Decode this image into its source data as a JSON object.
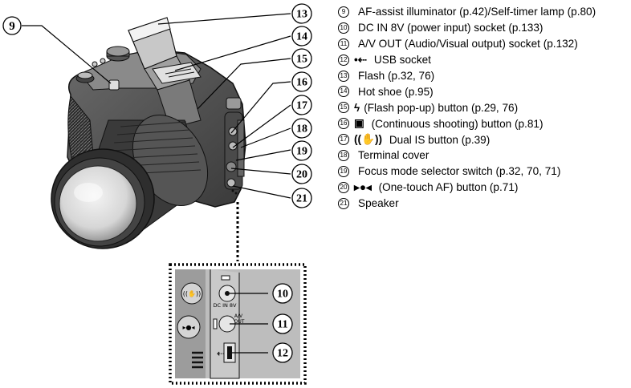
{
  "callouts": [
    {
      "number": "9"
    },
    {
      "number": "13"
    },
    {
      "number": "14"
    },
    {
      "number": "15"
    },
    {
      "number": "16"
    },
    {
      "number": "17"
    },
    {
      "number": "18"
    },
    {
      "number": "19"
    },
    {
      "number": "20"
    },
    {
      "number": "21"
    }
  ],
  "inset": {
    "callouts": [
      {
        "number": "10"
      },
      {
        "number": "11"
      },
      {
        "number": "12"
      }
    ],
    "dc_in_label": "DC IN 8V",
    "av_out_label": "A/V\nOUT"
  },
  "legend": [
    {
      "number": "9",
      "glyph": "",
      "text": "AF-assist illuminator (p.42)/Self-timer lamp (p.80)"
    },
    {
      "number": "10",
      "glyph": "",
      "text": "DC IN 8V (power input) socket (p.133)"
    },
    {
      "number": "11",
      "glyph": "",
      "text": "A/V OUT (Audio/Visual output) socket (p.132)"
    },
    {
      "number": "12",
      "glyph": "•⇠",
      "text": " USB socket"
    },
    {
      "number": "13",
      "glyph": "",
      "text": "Flash (p.32, 76)"
    },
    {
      "number": "14",
      "glyph": "",
      "text": "Hot shoe (p.95)"
    },
    {
      "number": "15",
      "glyph": "ϟ",
      "text": "(Flash pop-up) button (p.29, 76)"
    },
    {
      "number": "16",
      "glyph": "▣",
      "text": " (Continuous shooting) button (p.81)"
    },
    {
      "number": "17",
      "glyph": "((✋))",
      "text": " Dual IS button (p.39)"
    },
    {
      "number": "18",
      "glyph": "",
      "text": "Terminal cover"
    },
    {
      "number": "19",
      "glyph": "",
      "text": "Focus mode selector switch (p.32, 70, 71)"
    },
    {
      "number": "20",
      "glyph": "▸●◂",
      "text": " (One-touch AF) button (p.71)"
    },
    {
      "number": "21",
      "glyph": "",
      "text": "Speaker"
    }
  ]
}
